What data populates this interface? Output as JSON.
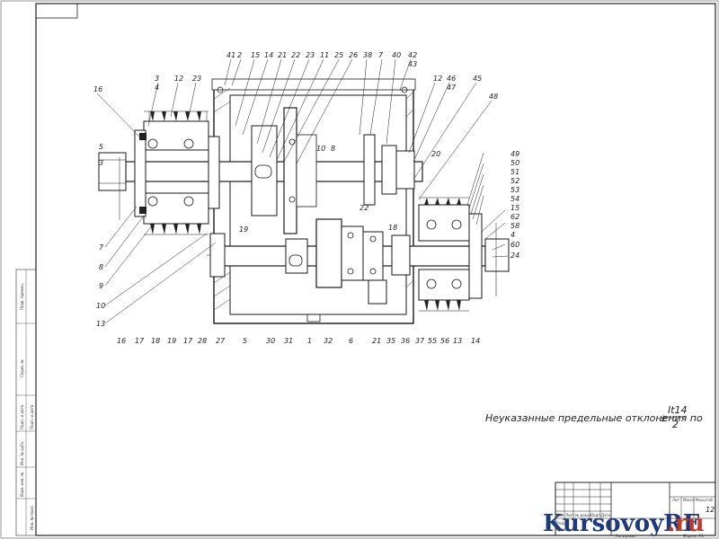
{
  "drawing": {
    "note_text": "Неуказанные предельные отклонения по",
    "note_tol_num": "It14",
    "note_tol_den": "2",
    "note_pm": "±",
    "sheet_number": "12",
    "format_text": "Формат  А1",
    "copied_text": "Копировал"
  },
  "callouts": {
    "top": [
      "41",
      "2",
      "15",
      "14",
      "21",
      "22",
      "23",
      "11",
      "25",
      "26",
      "38",
      "7",
      "40",
      "42",
      "43",
      "12",
      "46",
      "47",
      "45",
      "48"
    ],
    "left_top": [
      "3",
      "4",
      "12",
      "23",
      "16",
      "5",
      "3"
    ],
    "left_bottom": [
      "7",
      "8",
      "9",
      "10",
      "13"
    ],
    "bottom": [
      "16",
      "17",
      "18",
      "19",
      "17",
      "28",
      "27",
      "5",
      "30",
      "31",
      "1",
      "32",
      "6",
      "21",
      "35",
      "36",
      "37",
      "55",
      "56",
      "13",
      "14"
    ],
    "right": [
      "49",
      "50",
      "51",
      "52",
      "53",
      "54",
      "15",
      "62",
      "58",
      "4",
      "60",
      "24"
    ],
    "inner": [
      "10",
      "8",
      "20",
      "22",
      "19",
      "18"
    ]
  },
  "watermark": {
    "part_a": "KursovoyRF",
    "part_b": ".ru"
  },
  "title_block": {
    "cells": [
      "Изм",
      "Лист",
      "№ докум.",
      "Подп.",
      "Дата",
      "Разраб.",
      "Пров.",
      "Лит",
      "Масса",
      "Масштаб"
    ]
  },
  "margin_strip": {
    "labels": [
      "Перв. примен.",
      "Справ. №",
      "Подп. и дата",
      "Инв. № дубл.",
      "Взам. инв. №",
      "Подп. и дата",
      "Инв. № подл."
    ]
  }
}
